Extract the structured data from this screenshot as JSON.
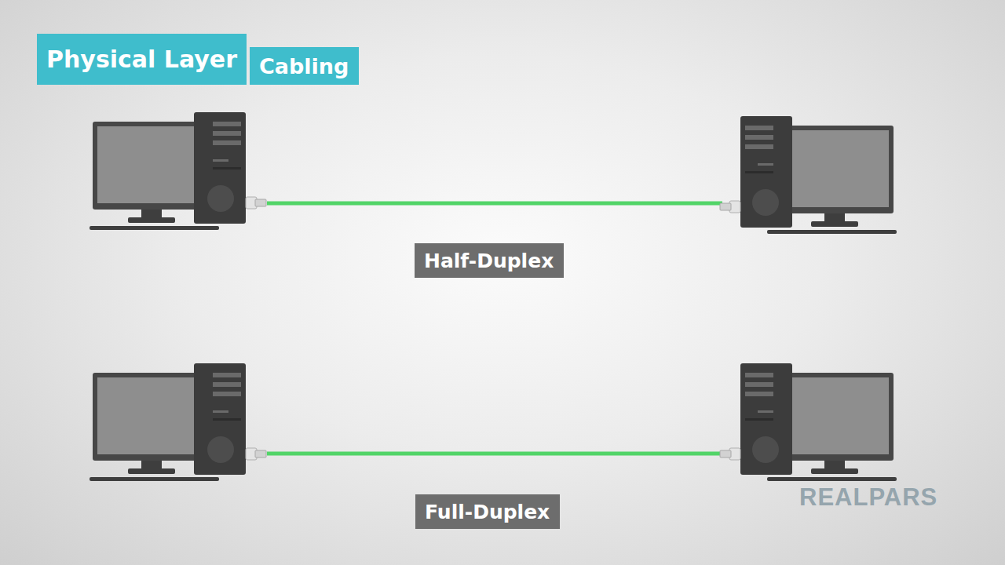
{
  "diagram": {
    "nodes": [
      {
        "text": [
          "Physical Layer"
        ]
      },
      {
        "text": [
          "Cabling"
        ]
      },
      {
        "text": [
          "Half-Duplex"
        ]
      },
      {
        "text": [
          "Full-Duplex"
        ]
      }
    ],
    "labels": [
      "REALPARS"
    ]
  }
}
